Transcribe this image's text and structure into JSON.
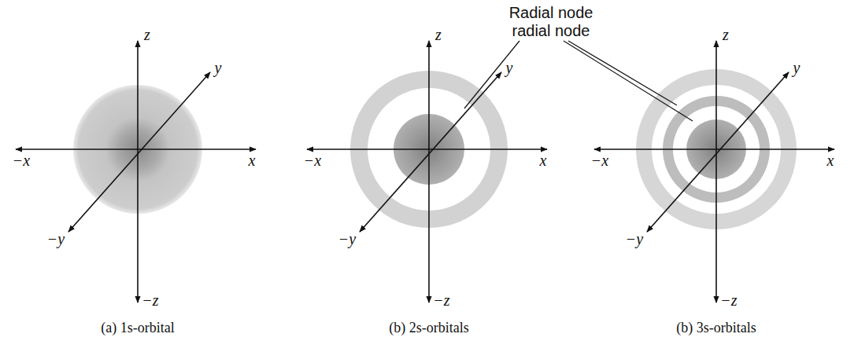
{
  "diagram": {
    "labels": [
      "Radial node",
      "radial node",
      "z",
      "y",
      "x",
      "−x",
      "−y",
      "−z",
      "(a) 1s-orbital",
      "z",
      "y",
      "x",
      "−x",
      "−y",
      "−z",
      "(b) 2s-orbitals",
      "z",
      "y",
      "x",
      "−x",
      "−y",
      "−z",
      "(b) 3s-orbitals"
    ]
  }
}
